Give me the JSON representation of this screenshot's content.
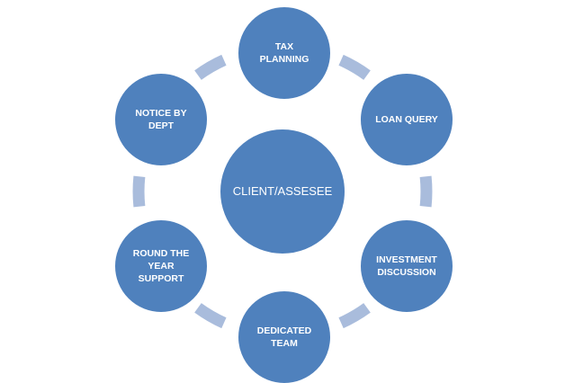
{
  "colors": {
    "node_fill": "#4f81bd",
    "connector": "#a9bcdc",
    "node_text": "#ffffff"
  },
  "center": {
    "label": "CLIENT/ASSESEE"
  },
  "cycle": [
    {
      "id": "tax-planning",
      "label": "TAX\nPLANNING"
    },
    {
      "id": "loan-query",
      "label": "LOAN QUERY"
    },
    {
      "id": "investment-discussion",
      "label": "INVESTMENT\nDISCUSSION"
    },
    {
      "id": "dedicated-team",
      "label": "DEDICATED\nTEAM"
    },
    {
      "id": "round-the-year-support",
      "label": "ROUND THE\nYEAR\nSUPPORT"
    },
    {
      "id": "notice-by-dept",
      "label": "NOTICE BY\nDEPT"
    }
  ]
}
